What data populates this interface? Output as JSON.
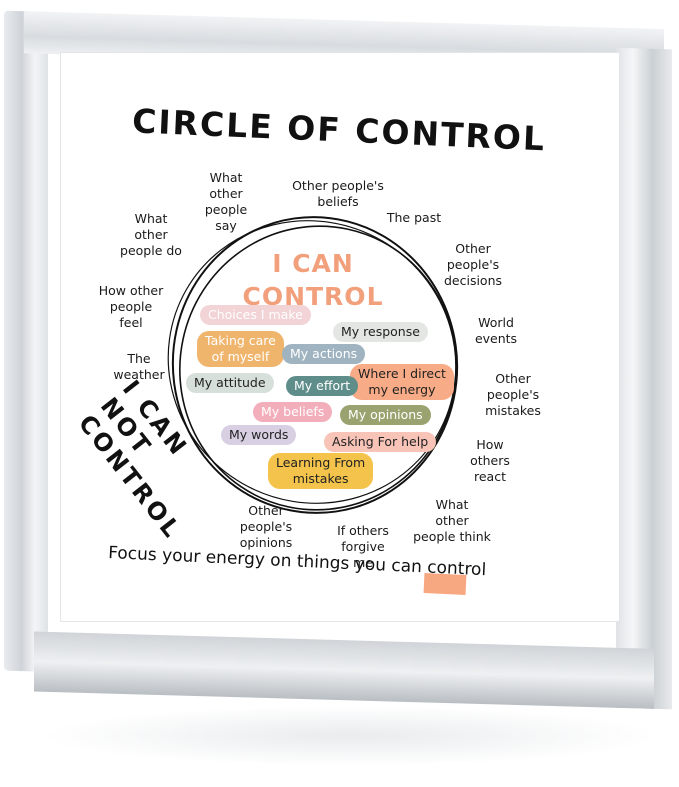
{
  "title": "CIRCLE OF CONTROL",
  "reflection_text": "CIRCLE OF CONTROL",
  "inner_heading": "I CAN\nCONTROL",
  "outer_heading": "I CAN NOT\nCONTROL",
  "footer_text": "Focus your energy on things you can control",
  "outer_items": [
    "What\nother\npeople say",
    "Other people's\nbeliefs",
    "The past",
    "What\nother\npeople do",
    "Other\npeople's\ndecisions",
    "How other\npeople\nfeel",
    "World\nevents",
    "The\nweather",
    "Other\npeople's\nmistakes",
    "How\nothers\nreact",
    "What\nother\npeople think",
    "Other\npeople's\nopinions",
    "If others\nforgive me"
  ],
  "inner_items": [
    {
      "label": "Choices I make",
      "color": "#f2d3d6"
    },
    {
      "label": "My response",
      "color": "#e4e6e3"
    },
    {
      "label": "Taking care\nof myself",
      "color": "#f0b56c"
    },
    {
      "label": "My actions",
      "color": "#9fb3c0"
    },
    {
      "label": "Where I direct\nmy energy",
      "color": "#f7ab86"
    },
    {
      "label": "My attitude",
      "color": "#d7dfda"
    },
    {
      "label": "My effort",
      "color": "#5f8e8a"
    },
    {
      "label": "My beliefs",
      "color": "#f3aebb"
    },
    {
      "label": "My opinions",
      "color": "#9aa36f"
    },
    {
      "label": "My words",
      "color": "#d9cfe3"
    },
    {
      "label": "Asking For help",
      "color": "#f8c4b8"
    },
    {
      "label": "Learning From\nmistakes",
      "color": "#f3c34b"
    }
  ],
  "colors": {
    "accent_orange": "#f2a07b",
    "highlight": "#f7a881"
  }
}
